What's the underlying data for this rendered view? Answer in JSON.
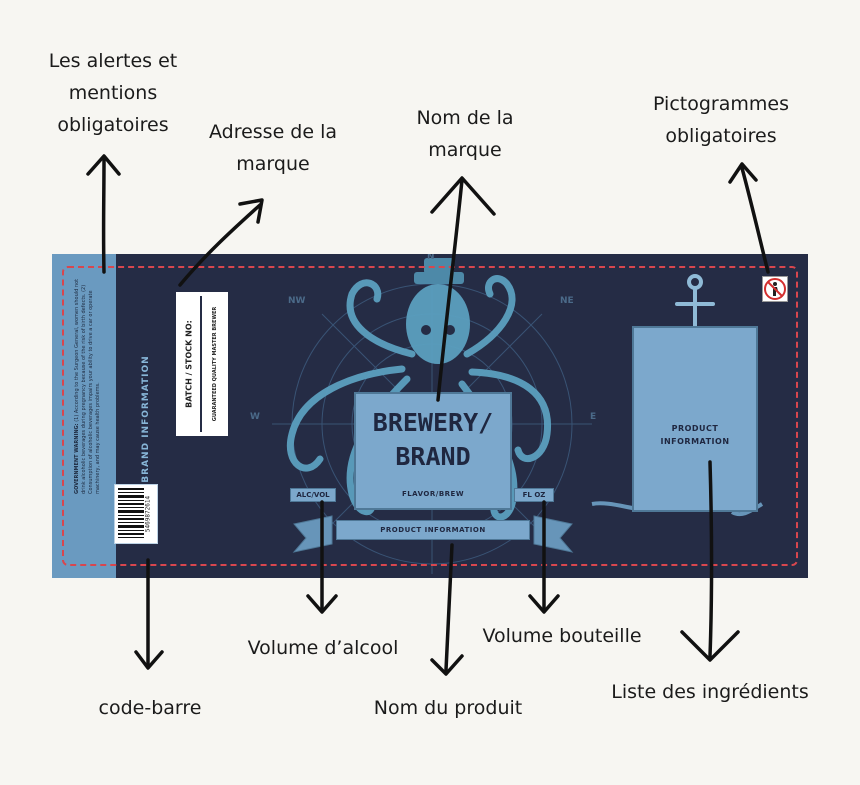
{
  "callouts": {
    "alertes": {
      "line1": "Les alertes et",
      "line2": "mentions",
      "line3": "obligatoires"
    },
    "adresse": {
      "line1": "Adresse de la",
      "line2": "marque"
    },
    "nom_marque": {
      "line1": "Nom de la",
      "line2": "marque"
    },
    "pictogrammes": {
      "line1": "Pictogrammes",
      "line2": "obligatoires"
    },
    "code_barre": "code-barre",
    "volume_alcool": "Volume d’alcool",
    "nom_produit": "Nom du produit",
    "volume_bouteille": "Volume bouteille",
    "ingredients": "Liste des ingrédients"
  },
  "label": {
    "brand_title_line1": "BREWERY/",
    "brand_title_line2": "BRAND",
    "flavor": "FLAVOR/BREW",
    "abv": "ALC/VOL",
    "fl_oz": "FL OZ",
    "product_information": "PRODUCT INFORMATION",
    "product_info_right_line1": "PRODUCT",
    "product_info_right_line2": "INFORMATION",
    "brand_information": "BRAND INFORMATION",
    "batch_stock": "BATCH / STOCK NO:",
    "guaranteed": "GUARANTEED QUALITY MASTER BREWER",
    "barcode_number": "5469872614",
    "warning_title": "GOVERNMENT WARNING:",
    "warning_text": "(1) According to the Surgeon General, women should not drink alcoholic beverages during pregnancy because of the risk of birth defects. (2) Consumption of alcoholic beverages impairs your ability to drive a car or operate machinery, and may cause health problems.",
    "compass_n": "N",
    "compass_nw": "NW",
    "compass_ne": "NE",
    "compass_w": "W",
    "compass_e": "E"
  },
  "colors": {
    "label_background": "#252c45",
    "panel_blue": "#7ca8cc",
    "strip_blue": "#6a9ac0",
    "dash_red": "#d8464e",
    "octopus": "#5b9fbf"
  },
  "icons": {
    "pictogram": "no-pregnant-woman-icon",
    "anchor": "anchor-icon",
    "octopus": "octopus-illustration-icon",
    "barcode": "barcode-icon"
  }
}
